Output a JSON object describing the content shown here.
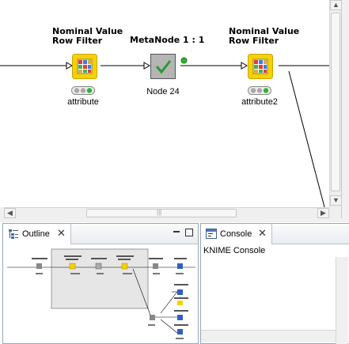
{
  "workflow": {
    "nodes": [
      {
        "title_line1": "Nominal Value",
        "title_line2": "Row Filter",
        "label": "attribute",
        "icon": "row-filter-icon"
      },
      {
        "title_line1": "MetaNode 1 : 1",
        "title_line2": "",
        "label": "Node 24",
        "icon": "metanode-check-icon"
      },
      {
        "title_line1": "Nominal Value",
        "title_line2": "Row Filter",
        "label": "attribute2",
        "icon": "row-filter-icon"
      }
    ]
  },
  "outline_panel": {
    "tab_label": "Outline",
    "icon": "outline-icon"
  },
  "console_panel": {
    "tab_label": "Console",
    "icon": "console-icon",
    "header": "KNIME Console"
  },
  "colors": {
    "accent_yellow": "#f5d200",
    "status_green": "#2fb52f",
    "panel_border": "#9aa6b4"
  }
}
